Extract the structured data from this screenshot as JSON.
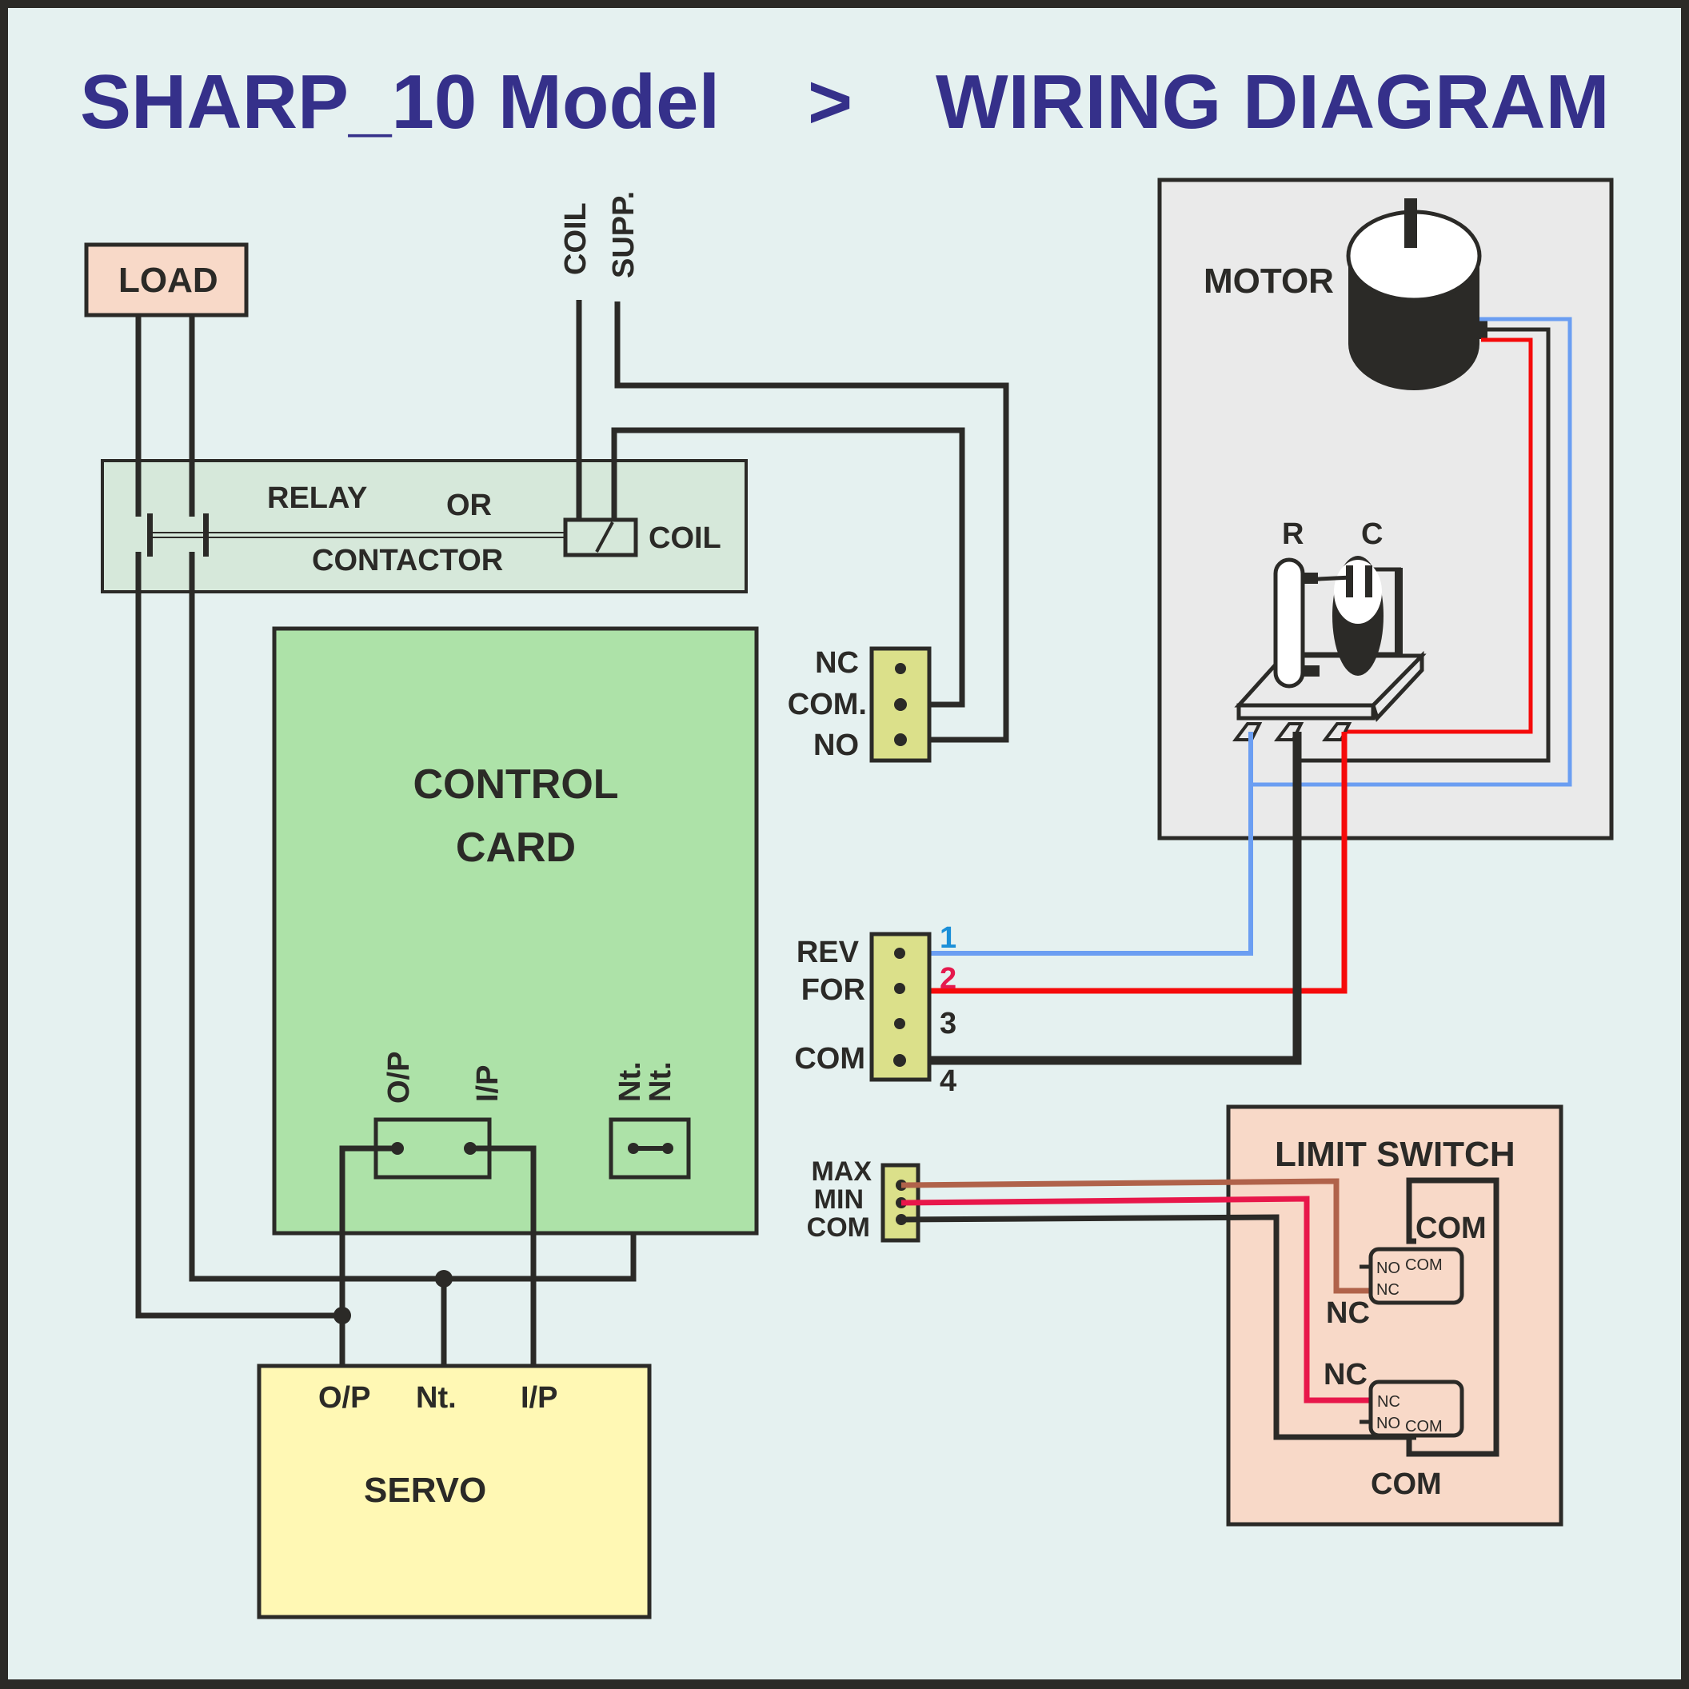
{
  "header": {
    "model": "SHARP_10 Model",
    "separator": ">",
    "section": "WIRING DIAGRAM"
  },
  "colors": {
    "title": "#35308a",
    "background": "#e5f1f0",
    "frame": "#2b2a27",
    "load_box": "#f8d9c8",
    "relay_box": "#d6e8da",
    "control_card": "#ade2a8",
    "servo_box": "#fff8b4",
    "motor_panel": "#eaeaea",
    "limit_switch_panel": "#f8d9c8",
    "terminal_block": "#dbe08a",
    "wire_black": "#2b2a27",
    "wire_blue": "#6b9ef2",
    "wire_red": "#f50a0a",
    "wire_brown": "#b0624a",
    "wire_crimson": "#e8174a",
    "label_blue": "#1a8fd8",
    "label_red": "#e5194d"
  },
  "load": {
    "label": "LOAD"
  },
  "coil_supply": {
    "label_1": "COIL",
    "label_2": "SUPP."
  },
  "relay": {
    "label_relay": "RELAY",
    "label_or": "OR",
    "label_contactor": "CONTACTOR",
    "label_coil": "COIL"
  },
  "relay_terminals": {
    "pins": [
      {
        "label": "NC"
      },
      {
        "label": "COM."
      },
      {
        "label": "NO"
      }
    ]
  },
  "control_card": {
    "line_1": "CONTROL",
    "line_2": "CARD",
    "port_op": "O/P",
    "port_ip": "I/P",
    "port_nt_1": "Nt.",
    "port_nt_2": "Nt."
  },
  "servo": {
    "label": "SERVO",
    "pin_op": "O/P",
    "pin_nt": "Nt.",
    "pin_ip": "I/P"
  },
  "motor": {
    "label": "MOTOR",
    "resistor_label": "R",
    "capacitor_label": "C"
  },
  "motor_terminals": {
    "pins": [
      {
        "label": "REV",
        "number": "1"
      },
      {
        "label": "FOR",
        "number": "2"
      },
      {
        "label": "",
        "number": "3"
      },
      {
        "label": "COM",
        "number": "4"
      }
    ]
  },
  "limit_terminals": {
    "pins": [
      {
        "label": "MAX"
      },
      {
        "label": "MIN"
      },
      {
        "label": "COM"
      }
    ]
  },
  "limit_switch": {
    "title": "LIMIT SWITCH",
    "upper_com": "COM",
    "upper_nc": "NC",
    "lower_nc": "NC",
    "lower_com": "COM",
    "sw1": {
      "no": "NO",
      "com": "COM",
      "nc": "NC"
    },
    "sw2": {
      "nc": "NC",
      "no": "NO",
      "com": "COM"
    }
  }
}
